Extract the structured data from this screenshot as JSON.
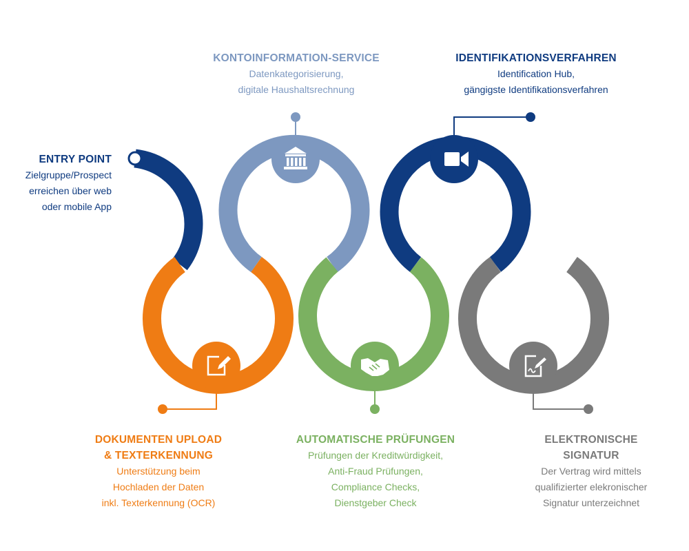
{
  "colors": {
    "navy": "#0f3b80",
    "light_blue": "#7d98c0",
    "orange": "#ef7c14",
    "green": "#7bb161",
    "gray": "#7a7a7a"
  },
  "entry": {
    "title": "ENTRY POINT",
    "lines": [
      "Zielgruppe/Prospect",
      "erreichen über web",
      "oder mobile App"
    ]
  },
  "konto": {
    "title": "KONTOINFORMATION-SERVICE",
    "lines": [
      "Datenkategorisierung,",
      "digitale Haushaltsrechnung"
    ],
    "icon": "bank-icon"
  },
  "ident": {
    "title": "IDENTIFIKATIONSVERFAHREN",
    "lines": [
      "Identification Hub,",
      "gängigste Identifikationsverfahren"
    ],
    "icon": "video-camera-icon"
  },
  "dok": {
    "title_lines": [
      "DOKUMENTEN UPLOAD",
      "& TEXTERKENNUNG"
    ],
    "lines": [
      "Unterstützung beim",
      "Hochladen der Daten",
      "inkl. Texterkennung (OCR)"
    ],
    "icon": "edit-document-icon"
  },
  "auto": {
    "title": "AUTOMATISCHE PRÜFUNGEN",
    "lines": [
      "Prüfungen der Kreditwürdigkeit,",
      "Anti-Fraud Prüfungen,",
      "Compliance Checks,",
      "Dienstgeber Check"
    ],
    "icon": "handshake-icon"
  },
  "sig": {
    "title_lines": [
      "ELEKTRONISCHE",
      "SIGNATUR"
    ],
    "lines": [
      "Der Vertrag wird mittels",
      "qualifizierter elekronischer",
      "Signatur unterzeichnet"
    ],
    "icon": "signature-document-icon"
  }
}
